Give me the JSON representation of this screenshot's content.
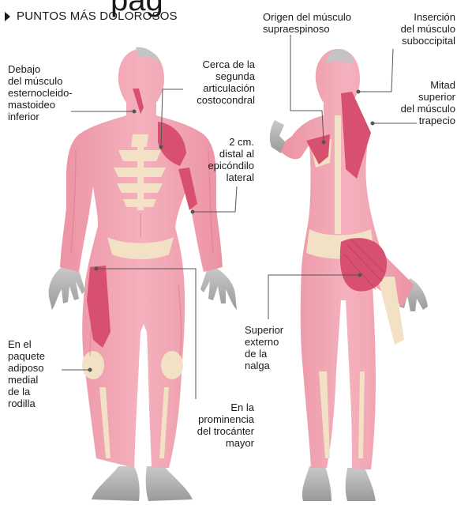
{
  "header": {
    "cut_title": "pag",
    "section_title": "PUNTOS MÁS DOLOROSOS"
  },
  "labels": {
    "esternocleido": [
      "Debajo",
      "del músculo",
      "esternocleido-",
      "mastoideo",
      "inferior"
    ],
    "costocondral": [
      "Cerca de la",
      "segunda",
      "articulación",
      "costocondral"
    ],
    "epicondilo": [
      "2 cm.",
      "distal al",
      "epicóndilo",
      "lateral"
    ],
    "rodilla": [
      "En el",
      "paquete",
      "adiposo",
      "medial",
      "de la",
      "rodilla"
    ],
    "trocanter": [
      "En la",
      "prominencia",
      "del trocánter",
      "mayor"
    ],
    "supraespinoso": [
      "Origen del músculo",
      "supraespinoso"
    ],
    "suboccipital": [
      "Inserción",
      "del músculo",
      "suboccipital"
    ],
    "trapecio": [
      "Mitad",
      "superior",
      "del músculo",
      "trapecio"
    ],
    "nalga": [
      "Superior",
      "externo",
      "de la",
      "nalga"
    ]
  },
  "colors": {
    "skin": "#f0a3b0",
    "muscle_dark": "#d8506f",
    "bone": "#f3e1c6",
    "hands": "#a8a8a8",
    "leader": "#555555"
  }
}
